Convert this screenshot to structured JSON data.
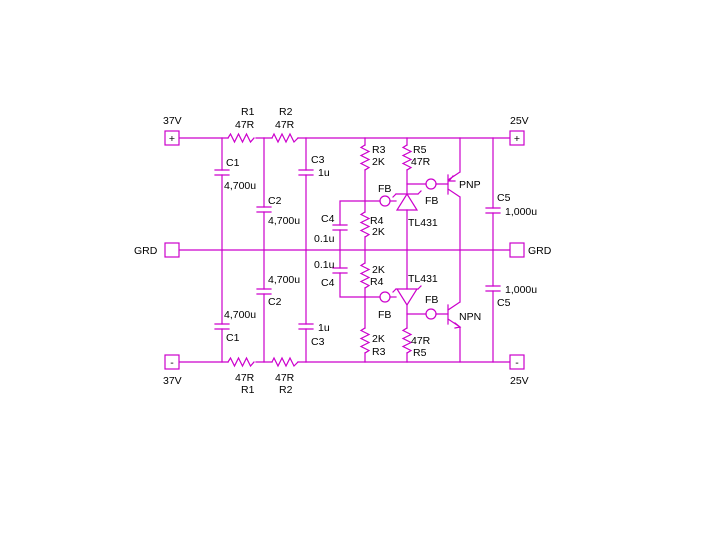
{
  "colors": {
    "wire": "#cc00cc",
    "text": "#000000",
    "background": "#ffffff"
  },
  "terminals": {
    "in_pos_voltage": "37V",
    "in_pos_sign": "+",
    "in_neg_voltage": "37V",
    "in_neg_sign": "-",
    "out_pos_voltage": "25V",
    "out_pos_sign": "+",
    "out_neg_voltage": "25V",
    "out_neg_sign": "-",
    "ground_left": "GRD",
    "ground_right": "GRD"
  },
  "top": {
    "r1_name": "R1",
    "r1_value": "47R",
    "r2_name": "R2",
    "r2_value": "47R",
    "c1_name": "C1",
    "c1_value": "4,700u",
    "c2_name": "C2",
    "c2_value": "4,700u",
    "c3_name": "C3",
    "c3_value": "1u",
    "r3_name": "R3",
    "r3_value": "2K",
    "r5_name": "R5",
    "r5_value": "47R",
    "fb_left": "FB",
    "fb_right": "FB",
    "c4_name": "C4",
    "c4_value": "0.1u",
    "r4_name": "R4",
    "r4_value": "2K",
    "regulator": "TL431",
    "transistor": "PNP",
    "c5_name": "C5",
    "c5_value": "1,000u"
  },
  "bottom": {
    "r1_name": "R1",
    "r1_value": "47R",
    "r2_name": "R2",
    "r2_value": "47R",
    "c1_name": "C1",
    "c1_value": "4,700u",
    "c2_name": "C2",
    "c2_value": "4,700u",
    "c3_name": "C3",
    "c3_value": "1u",
    "r3_name": "R3",
    "r3_value": "2K",
    "r5_name": "R5",
    "r5_value": "47R",
    "fb_left": "FB",
    "fb_right": "FB",
    "c4_name": "C4",
    "c4_value": "0.1u",
    "r4_name": "R4",
    "r4_value": "2K",
    "regulator": "TL431",
    "transistor": "NPN",
    "c5_name": "C5",
    "c5_value": "1,000u"
  }
}
